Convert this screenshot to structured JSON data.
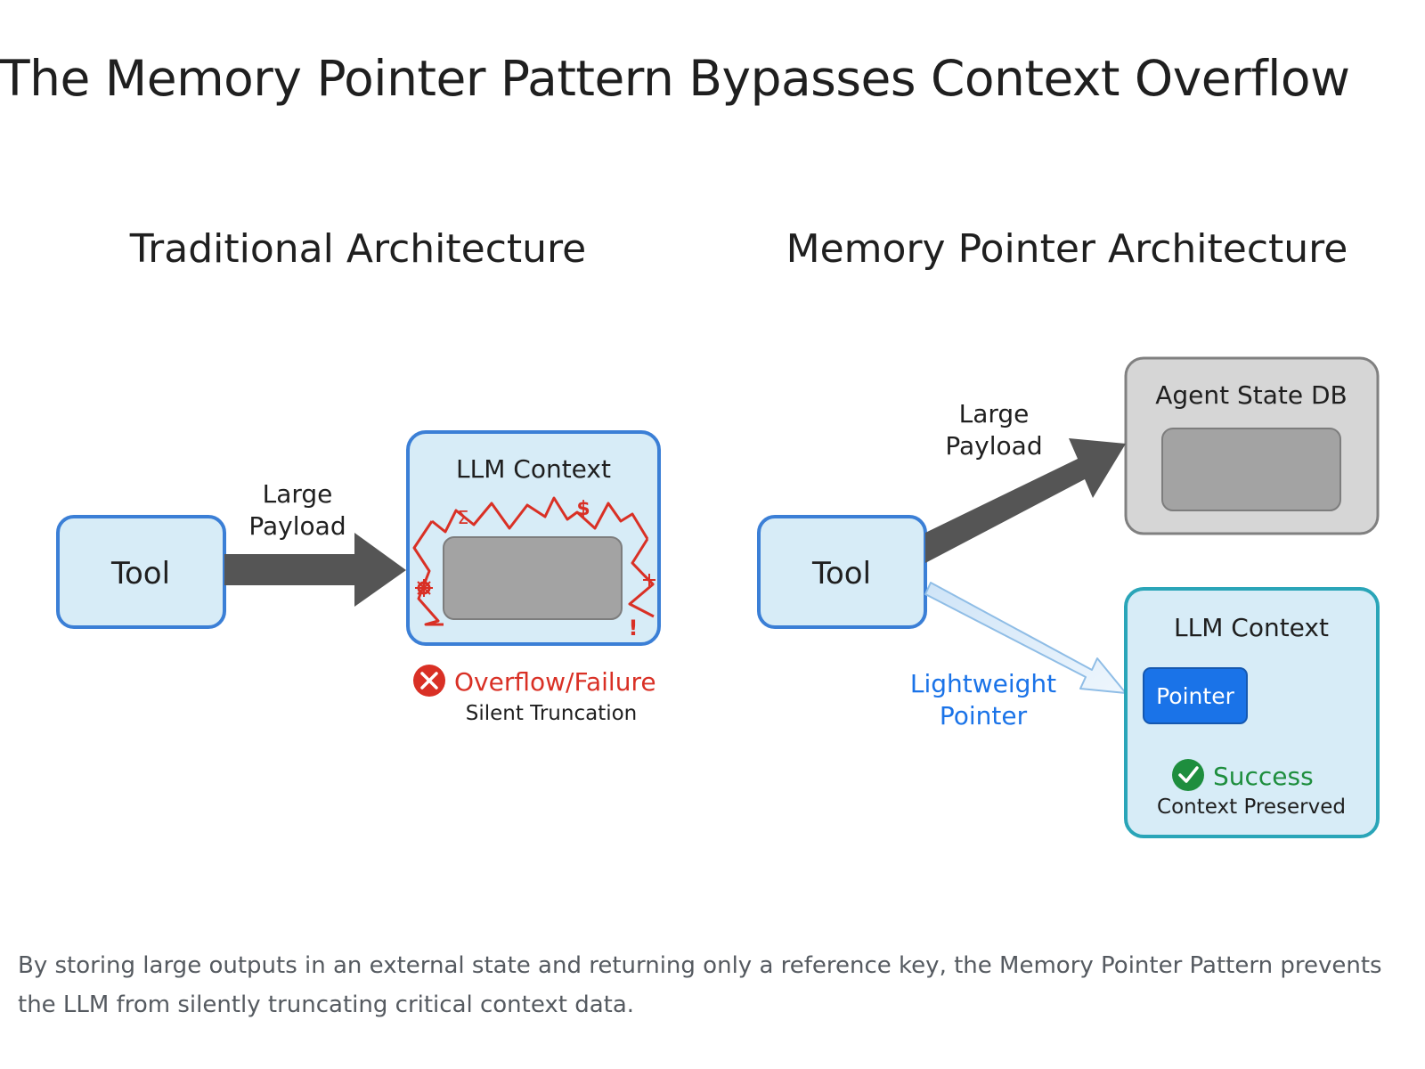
{
  "page": {
    "title": "The Memory Pointer Pattern Bypasses Context Overflow",
    "caption": "By storing large outputs in an external state and returning only a reference key, the Memory Pointer Pattern prevents the LLM from silently truncating critical context data."
  },
  "traditional": {
    "heading": "Traditional Architecture",
    "tool_label": "Tool",
    "payload_line1": "Large",
    "payload_line2": "Payload",
    "context_label": "LLM Context",
    "status_label": "Overflow/Failure",
    "status_sub": "Silent Truncation",
    "glyph_sigma": "Σ",
    "glyph_dollar": "$",
    "glyph_bang": "!"
  },
  "pointer_arch": {
    "heading": "Memory Pointer Architecture",
    "tool_label": "Tool",
    "payload_line1": "Large",
    "payload_line2": "Payload",
    "db_label": "Agent State DB",
    "pointer_line1": "Lightweight",
    "pointer_line2": "Pointer",
    "context_label": "LLM Context",
    "pointer_chip": "Pointer",
    "status_label": "Success",
    "status_sub": "Context Preserved"
  },
  "colors": {
    "box_border": "#3b7fd6",
    "box_fill": "#d7ecf7",
    "context_border": "#2aa5b8",
    "arrow_dark": "#555555",
    "error_red": "#d93025",
    "success_green": "#1e8e3e",
    "pointer_blue": "#1a73e8",
    "db_fill": "#d6d6d6",
    "db_border": "#808080"
  }
}
